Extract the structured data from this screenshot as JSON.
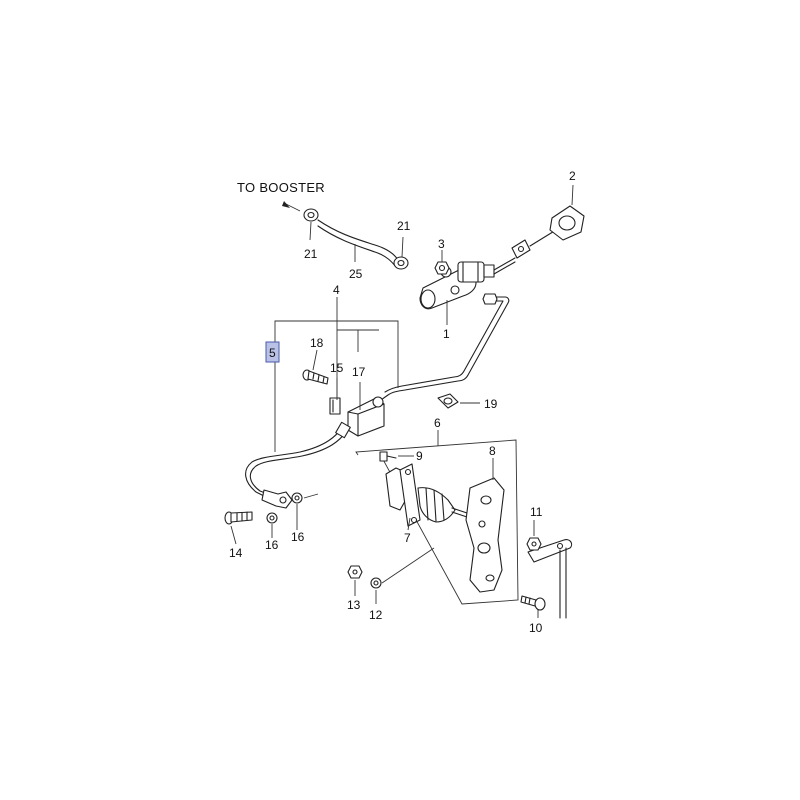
{
  "diagram": {
    "title": "TO BOOSTER",
    "labels": {
      "n1": "1",
      "n2": "2",
      "n3": "3",
      "n4": "4",
      "n5": "5",
      "n6": "6",
      "n7": "7",
      "n8": "8",
      "n9": "9",
      "n10": "10",
      "n11": "11",
      "n12": "12",
      "n13": "13",
      "n14": "14",
      "n15": "15",
      "n16a": "16",
      "n16b": "16",
      "n17": "17",
      "n18": "18",
      "n19": "19",
      "n21a": "21",
      "n21b": "21",
      "n25": "25"
    },
    "highlight_color": "#b9c2e6"
  }
}
